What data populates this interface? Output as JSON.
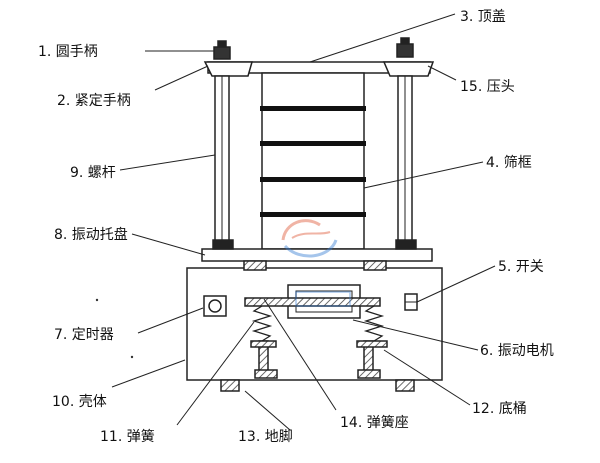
{
  "diagram": {
    "labels": {
      "l1": "1. 圆手柄",
      "l2": "2. 紧定手柄",
      "l3": "3. 顶盖",
      "l4": "4. 筛框",
      "l5": "5. 开关",
      "l6": "6. 振动电机",
      "l7": "7. 定时器",
      "l8": "8. 振动托盘",
      "l9": "9. 螺杆",
      "l10": "10. 壳体",
      "l11": "11. 弹簧",
      "l12": "12. 底桶",
      "l13": "13. 地脚",
      "l14": "14. 弹簧座",
      "l15": "15. 压头"
    },
    "colors": {
      "outline": "#222222",
      "screen_bar": "#111111",
      "hatch": "#444444",
      "watermark_red": "#e05a3a",
      "watermark_blue": "#3a7fd5"
    }
  }
}
